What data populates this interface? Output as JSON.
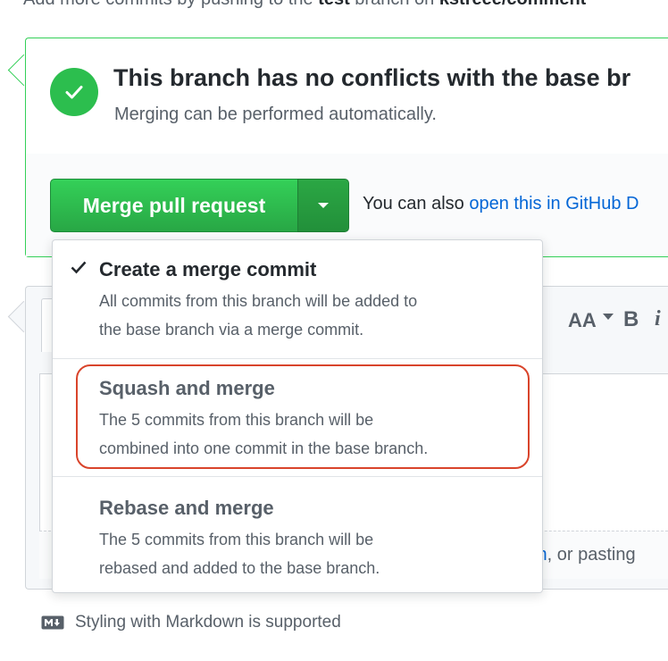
{
  "top_hint": {
    "prefix": "Add more commits by pushing to the ",
    "branch": "test",
    "middle": " branch on ",
    "repo": "kstreee/comment"
  },
  "merge_status": {
    "title": "This branch has no conflicts with the base br",
    "subtitle": "Merging can be performed automatically.",
    "success_color": "#2cbe4e"
  },
  "merge_button": {
    "label": "Merge pull request",
    "dropdown_icon": "caret-down-icon"
  },
  "also": {
    "text": "You can also ",
    "link": "open this in GitHub D"
  },
  "merge_menu": {
    "items": [
      {
        "title": "Create a merge commit",
        "desc_line1": "All commits from this branch will be added to",
        "desc_line2": "the base branch via a merge commit.",
        "selected": true,
        "icon": "check-icon"
      },
      {
        "title": "Squash and merge",
        "desc_line1": "The 5 commits from this branch will be",
        "desc_line2": "combined into one commit in the base branch.",
        "selected": false,
        "highlight_color": "#d9442b"
      },
      {
        "title": "Rebase and merge",
        "desc_line1": "The 5 commits from this branch will be",
        "desc_line2": "rebased and added to the base branch.",
        "selected": false
      }
    ]
  },
  "editor": {
    "toolbar_heading": "AA",
    "toolbar_bold": "B",
    "toolbar_italic": "i",
    "attach_link_tail": "m",
    "attach_text": ", or pasting",
    "markdown_note": "Styling with Markdown is supported",
    "markdown_icon": "markdown-icon"
  }
}
